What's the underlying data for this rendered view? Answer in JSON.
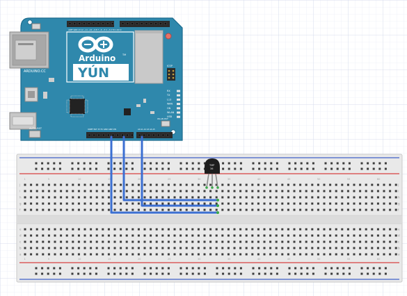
{
  "board": {
    "brand_url": "ARDUINO.CC",
    "logo_text": "Arduino",
    "trademark": "TM",
    "model": "YÚN",
    "led_labels": [
      "RX",
      "TX",
      "L13",
      "WAN",
      "ON",
      "WLAN",
      "USB"
    ],
    "icsp_label": "ICSP",
    "reset_label": "AUTO-RST",
    "wlan_rst_label": "WLAN RST",
    "power_header_label": "IOREF RST 3V 5V GND GND VIN",
    "analog_header_label": "A0 A1 A2 A3 A4 A5",
    "digital_header_label": "AREF GND 13 12 ~11 ~10 ~9 8 7 ~6 ~5 4 ~3 2 TX 1 RX 0",
    "colors": {
      "pcb": "#2f88ac",
      "pcb_edge": "#1d6c8e",
      "header": "#2b2b2b"
    }
  },
  "sensor": {
    "label_lines": [
      "TMP",
      "36"
    ],
    "pins": 3,
    "color": "#1d1d1d"
  },
  "wires": {
    "color": "#3b6fd2",
    "count": 3
  },
  "breadboard": {
    "color": "#e9e9e9",
    "rail_red": "#d84040",
    "rail_blue": "#4060c8",
    "row_letters_top": [
      "j",
      "i",
      "h",
      "g",
      "f"
    ],
    "row_letters_bottom": [
      "e",
      "d",
      "c",
      "b",
      "a"
    ],
    "column_numbers": [
      "1",
      "5",
      "10",
      "15",
      "20",
      "25",
      "30",
      "35",
      "40",
      "45",
      "50",
      "55",
      "60"
    ]
  }
}
